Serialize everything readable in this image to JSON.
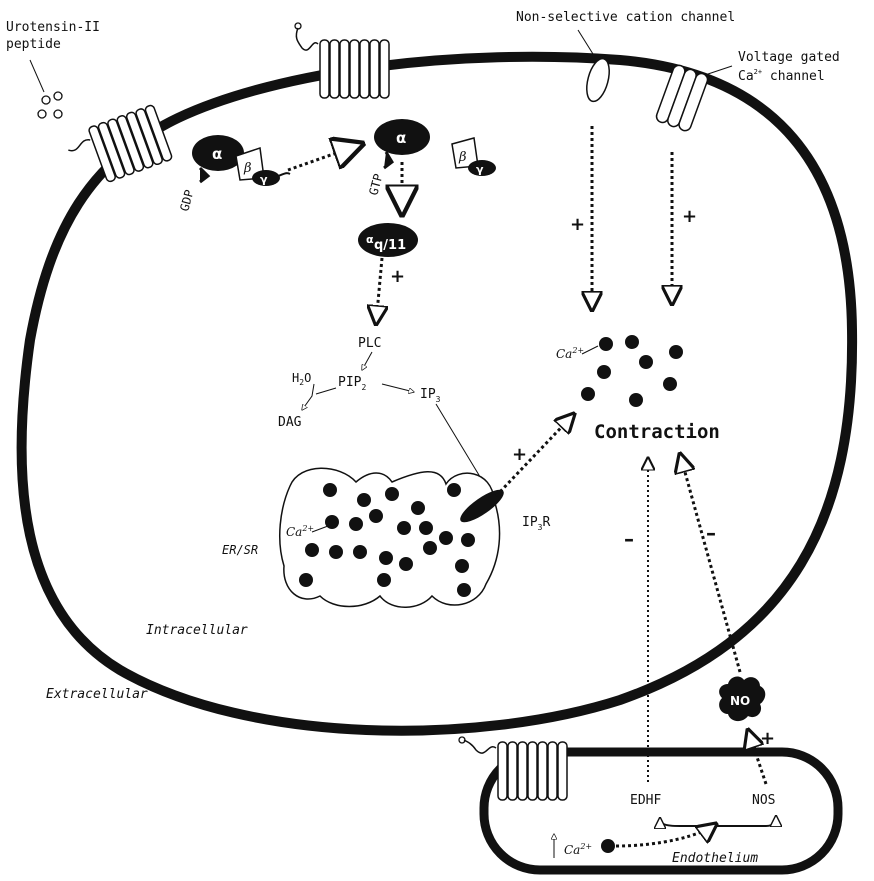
{
  "labels": {
    "peptide_line1": "Urotensin-II",
    "peptide_line2": "peptide",
    "cation_channel": "Non-selective cation channel",
    "vgcc_line1": "Voltage gated",
    "vgcc_ca": "Ca",
    "vgcc_ca_sup": "2+",
    "vgcc_line2_rest": " channel",
    "alpha": "α",
    "beta": "β",
    "gamma": "γ",
    "gdp": "GDP",
    "gtp": "GTP",
    "alpha_q11_sym": "α",
    "alpha_q11_sub": "q/11",
    "plc": "PLC",
    "h2o": "H",
    "h2o_sub": "2",
    "h2o_tail": "O",
    "pip2": "PIP",
    "pip2_sub": "2",
    "ip3": "IP",
    "ip3_sub": "3",
    "dag": "DAG",
    "ip3r": "IP",
    "ip3r_sub": "3",
    "ip3r_tail": "R",
    "ca_cyto": "Ca",
    "ca_cyto_sup": "2+",
    "ca_er": "Ca",
    "ca_er_sup": "2+",
    "er_sr": "ER/SR",
    "contraction": "Contraction",
    "intracellular": "Intracellular",
    "extracellular": "Extracellular",
    "no": "NO",
    "edhf": "EDHF",
    "nos": "NOS",
    "ca_endo": "Ca",
    "ca_endo_sup": "2+",
    "endothelium": "Endothelium",
    "plus": "+",
    "minus": "–",
    "up_arrow": "↑"
  }
}
